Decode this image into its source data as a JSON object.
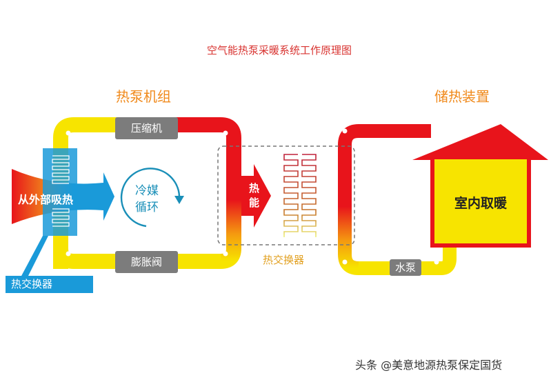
{
  "title": "空气能热泵采暖系统工作原理图",
  "sections": {
    "heat_pump_unit": "热泵机组",
    "heat_storage": "储热装置"
  },
  "components": {
    "compressor": "压缩机",
    "expansion_valve": "膨胀阀",
    "absorb_heat": "从外部吸热",
    "refrigerant_cycle_1": "冷媒",
    "refrigerant_cycle_2": "循环",
    "heat_energy_1": "热",
    "heat_energy_2": "能",
    "heat_exchanger_center": "热交换器",
    "heat_exchanger_left": "热交换器",
    "water_pump": "水泵",
    "indoor_heating": "室内取暖"
  },
  "watermark": "头条 @美意地源热泵保定国货",
  "colors": {
    "red": "#e8141b",
    "yellow": "#f7e400",
    "blue": "#1a9ad9",
    "gray": "#7c7c7c",
    "orange": "#f08a1c"
  }
}
